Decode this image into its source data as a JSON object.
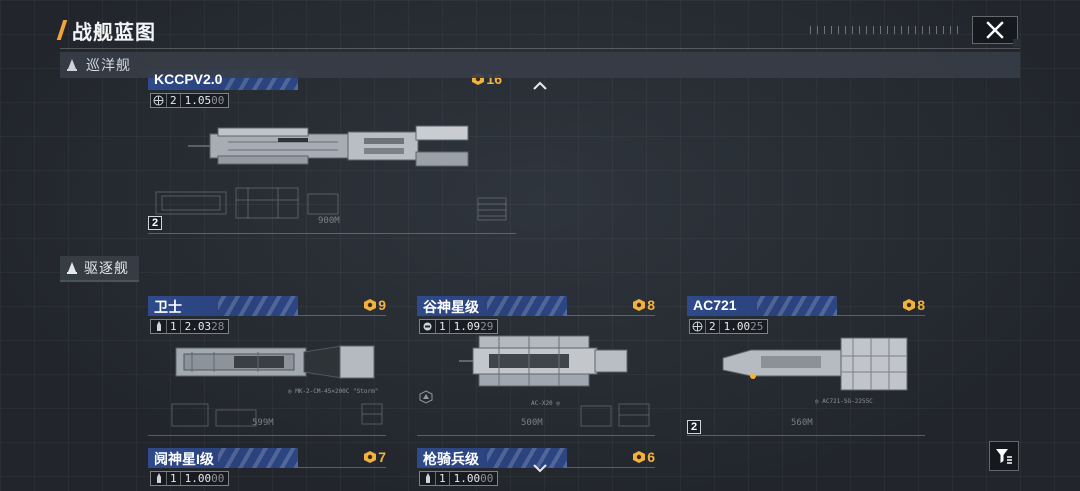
{
  "header": {
    "title": "战舰蓝图"
  },
  "sections": [
    {
      "label": "巡洋舰"
    },
    {
      "label": "驱逐舰"
    }
  ],
  "cruisers": [
    {
      "name": "KCCPV2.0",
      "cost": "16",
      "stat_level": "2",
      "stat_value": "1.05",
      "stat_suffix": "00",
      "tier": "2",
      "scale": "900M"
    }
  ],
  "destroyers": [
    {
      "name": "卫士",
      "cost": "9",
      "stat_level": "1",
      "stat_value": "2.03",
      "stat_suffix": "28",
      "scale": "599M",
      "stat_icon": "torpedo-icon"
    },
    {
      "name": "谷神星级",
      "cost": "8",
      "stat_level": "1",
      "stat_value": "1.09",
      "stat_suffix": "29",
      "scale": "500M",
      "stat_icon": "missile-icon"
    },
    {
      "name": "AC721",
      "cost": "8",
      "stat_level": "2",
      "stat_value": "1.00",
      "stat_suffix": "25",
      "tier": "2",
      "scale": "560M",
      "stat_icon": "globe-icon"
    },
    {
      "name": "阋神星I级",
      "cost": "7",
      "stat_level": "1",
      "stat_value": "1.00",
      "stat_suffix": "00"
    },
    {
      "name": "枪骑兵级",
      "cost": "6",
      "stat_level": "1",
      "stat_value": "1.00",
      "stat_suffix": "00"
    }
  ],
  "colors": {
    "accent": "#f0a53a",
    "plate": "#2c4684",
    "cost": "#f2b33d"
  }
}
